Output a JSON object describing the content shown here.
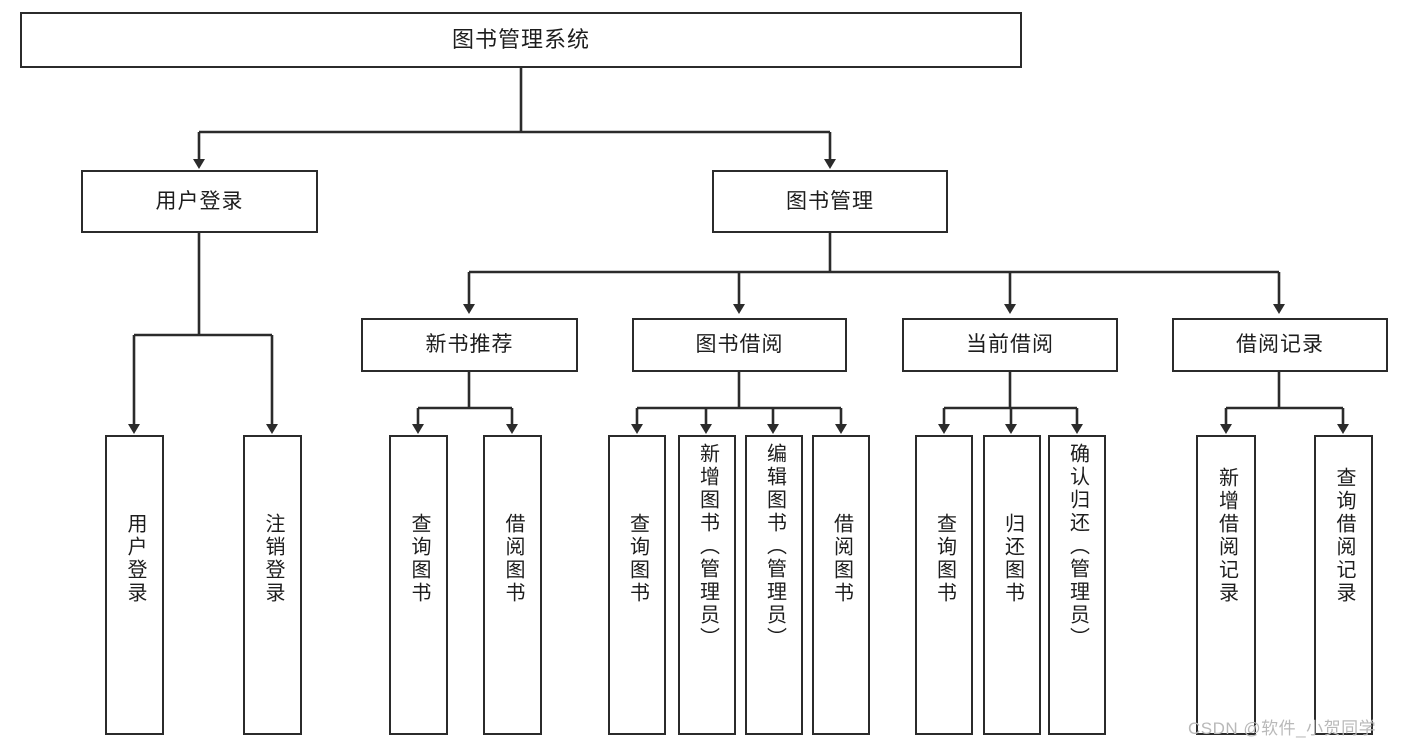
{
  "diagram": {
    "type": "tree-hierarchy",
    "title": "图书管理系统",
    "root": {
      "label": "图书管理系统"
    },
    "level1": [
      {
        "label": "用户登录"
      },
      {
        "label": "图书管理"
      }
    ],
    "level2": [
      {
        "label": "新书推荐"
      },
      {
        "label": "图书借阅"
      },
      {
        "label": "当前借阅"
      },
      {
        "label": "借阅记录"
      }
    ],
    "leaves": {
      "user_login": [
        {
          "label": "用户登录"
        },
        {
          "label": "注销登录"
        }
      ],
      "new_book_recommend": [
        {
          "label": "查询图书"
        },
        {
          "label": "借阅图书"
        }
      ],
      "book_borrow": [
        {
          "label": "查询图书"
        },
        {
          "label": "新增图书（管理员）"
        },
        {
          "label": "编辑图书（管理员）"
        },
        {
          "label": "借阅图书"
        }
      ],
      "current_borrow": [
        {
          "label": "查询图书"
        },
        {
          "label": "归还图书"
        },
        {
          "label": "确认归还（管理员）"
        }
      ],
      "borrow_record": [
        {
          "label": "新增借阅记录"
        },
        {
          "label": "查询借阅记录"
        }
      ]
    }
  },
  "watermark": {
    "text": "CSDN @软件_小贺同学"
  },
  "colors": {
    "stroke": "#2b2b2b",
    "text": "#1d1d1d",
    "background": "#ffffff",
    "watermark": "#b9b9b9"
  }
}
